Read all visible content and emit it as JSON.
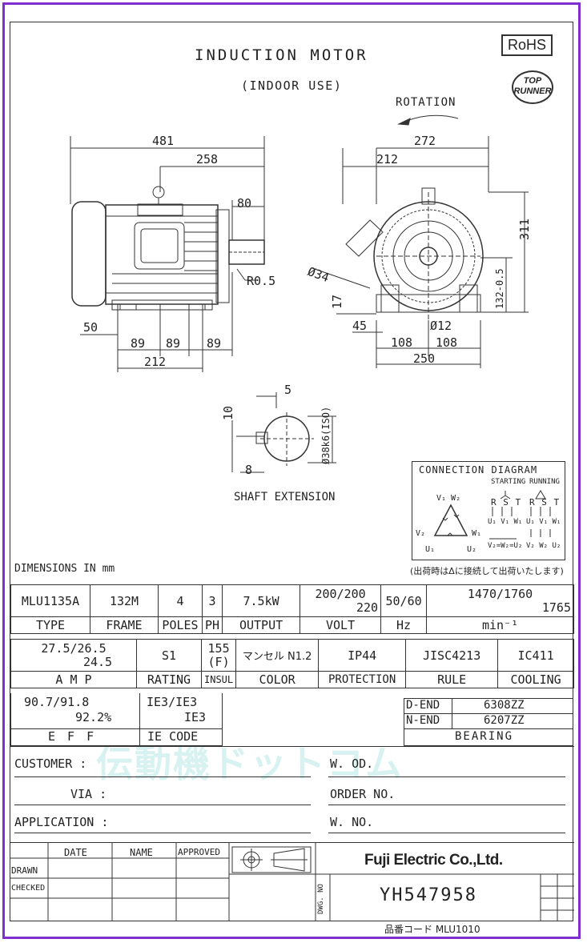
{
  "title": "INDUCTION MOTOR",
  "subtitle": "(INDOOR USE)",
  "rohs": "RoHS",
  "top_runner": [
    "TOP",
    "RUNNER"
  ],
  "rotation": "ROTATION",
  "dims": {
    "d481": "481",
    "d258": "258",
    "d80": "80",
    "r05": "R0.5",
    "d50": "50",
    "d89a": "89",
    "d89b": "89",
    "d89c": "89",
    "d212": "212",
    "d272": "272",
    "d212r": "212",
    "d311": "311",
    "d1320": "132-0.5",
    "d34": "Ø34",
    "d17": "17",
    "d45": "45",
    "d12": "Ø12",
    "d108a": "108",
    "d108b": "108",
    "d250": "250",
    "s5": "5",
    "s10": "10",
    "s8": "8",
    "s38": "Ø38k6(ISO)"
  },
  "shaft_extension": "SHAFT EXTENSION",
  "connection": {
    "title": "CONNECTION DIAGRAM",
    "starting": "STARTING",
    "running": "RUNNING",
    "v1w2": "V₁ W₂",
    "v2": "V₂",
    "w1": "W₁",
    "u1": "U₁",
    "u2": "U₂",
    "rst1": "R S T",
    "rst2": "R S T",
    "bot1": "U₁ V₁ W₁",
    "bot2": "U₁ V₁ W₁",
    "star": "V₂=W₂=U₂",
    "delta": "V₂ W₂ U₂",
    "note": "(出荷時はΔに接続して出荷いたします)"
  },
  "dimensions_in": "DIMENSIONS IN mm",
  "row1": {
    "values": [
      "MLU1135A",
      "132M",
      "4",
      "3",
      "7.5kW",
      "200/200",
      "220",
      "50/60",
      "1470/1760",
      "1765"
    ],
    "labels": [
      "TYPE",
      "FRAME",
      "POLES",
      "PH",
      "OUTPUT",
      "VOLT",
      "Hz",
      "min⁻¹"
    ]
  },
  "row2": {
    "values": [
      "27.5/26.5",
      "24.5",
      "S1",
      "155",
      "(F)",
      "マンセル N1.2",
      "IP44",
      "JISC4213",
      "IC411"
    ],
    "labels": [
      "A M P",
      "RATING",
      "INSUL",
      "COLOR",
      "PROTECTION",
      "RULE",
      "COOLING"
    ]
  },
  "row3": {
    "eff1": "90.7/91.8",
    "eff2": "92.2%",
    "ie1": "IE3/IE3",
    "ie2": "IE3",
    "eff_label": "E F F",
    "ie_label": "IE CODE",
    "dend": "D-END",
    "dend_val": "6308ZZ",
    "nend": "N-END",
    "nend_val": "6207ZZ",
    "bearing": "BEARING"
  },
  "watermark": "伝動機ドットコム",
  "customer": "CUSTOMER :",
  "via": "VIA :",
  "application": "APPLICATION :",
  "wod": "W. OD.",
  "order_no": "ORDER NO.",
  "wno": "W. NO.",
  "title_block": {
    "date": "DATE",
    "name": "NAME",
    "approved": "APPROVED",
    "drawn": "DRAWN",
    "checked": "CHECKED",
    "company": "Fuji Electric Co.,Ltd.",
    "dwg_no_label": "DWG. NO",
    "dwg_no": "YH547958"
  },
  "code": "品番コード MLU1010"
}
